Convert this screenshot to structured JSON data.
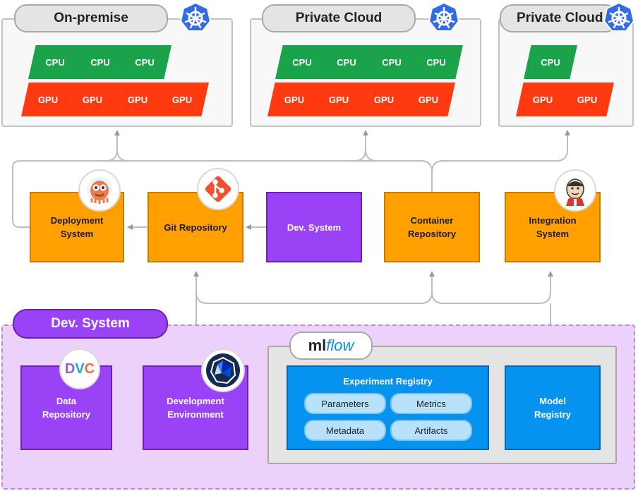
{
  "clusters": [
    {
      "title": "On-premise",
      "cpu": [
        "CPU",
        "CPU",
        "CPU"
      ],
      "gpu": [
        "GPU",
        "GPU",
        "GPU",
        "GPU"
      ]
    },
    {
      "title": "Private Cloud",
      "cpu": [
        "CPU",
        "CPU",
        "CPU",
        "CPU"
      ],
      "gpu": [
        "GPU",
        "GPU",
        "GPU",
        "GPU"
      ]
    },
    {
      "title": "Private Cloud",
      "cpu": [
        "CPU"
      ],
      "gpu": [
        "GPU",
        "GPU"
      ]
    }
  ],
  "middle": {
    "deployment": "Deployment\nSystem",
    "git": "Git Repository",
    "dev": "Dev. System",
    "container": "Container\nRepository",
    "integration": "Integration\nSystem"
  },
  "dev_system": {
    "title": "Dev. System",
    "data_repo": "Data\nRepository",
    "dev_env": "Development\nEnvironment",
    "mlflow_logo": {
      "ml": "ml",
      "flow": "flow"
    },
    "experiment": {
      "title": "Experiment Registry",
      "tags": [
        "Parameters",
        "Metrics",
        "Metadata",
        "Artifacts"
      ]
    },
    "model_registry": "Model\nRegistry"
  },
  "logos": {
    "dvc": {
      "d": "D",
      "v": "V",
      "c": "C"
    }
  },
  "colors": {
    "cpu": "#1aa34a",
    "gpu": "#ff3a10",
    "orange": "#ffa000",
    "purple": "#9a42f5",
    "blue": "#0593ef",
    "lavender": "#ecd2fb"
  },
  "icons": [
    "kubernetes-icon",
    "argo-icon",
    "git-icon",
    "jenkins-icon",
    "dvc-icon",
    "kubeflow-icon",
    "mlflow-logo"
  ]
}
